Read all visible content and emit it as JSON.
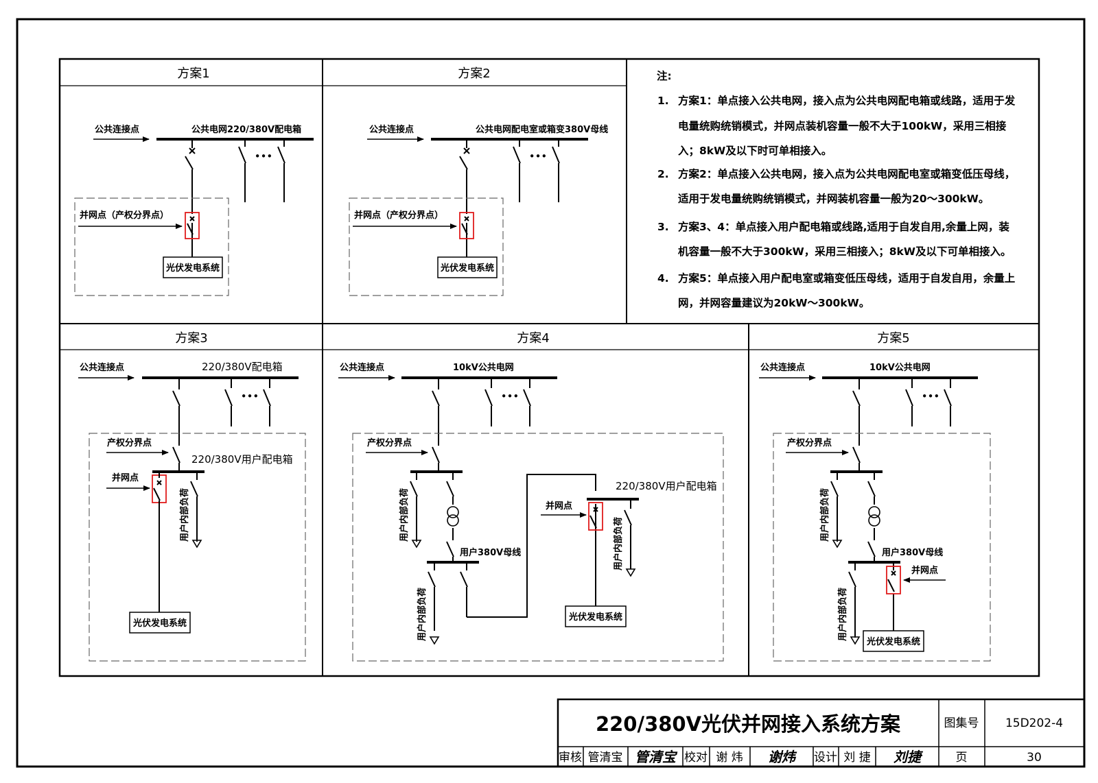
{
  "panels": {
    "p1": {
      "title": "方案1",
      "connect_point": "公共连接点",
      "bus_label": "公共电网220/380V配电箱",
      "grid_point": "并网点（产权分界点）",
      "pv_system": "光伏发电系统",
      "dots": "•••"
    },
    "p2": {
      "title": "方案2",
      "connect_point": "公共连接点",
      "bus_label": "公共电网配电室或箱变380V母线",
      "grid_point": "并网点（产权分界点）",
      "pv_system": "光伏发电系统",
      "dots": "•••"
    },
    "p3": {
      "title": "方案3",
      "connect_point": "公共连接点",
      "bus_label": "220/380V配电箱",
      "property_point": "产权分界点",
      "user_box": "220/380V用户配电箱",
      "grid_point": "并网点",
      "user_load": "用户内部负荷",
      "pv_system": "光伏发电系统",
      "dots": "•••"
    },
    "p4": {
      "title": "方案4",
      "connect_point": "公共连接点",
      "bus_label": "10kV公共电网",
      "property_point": "产权分界点",
      "user_load_1": "用户内部负荷",
      "user_bus": "用户380V母线",
      "user_load_2": "用户内部负荷",
      "user_box": "220/380V用户配电箱",
      "grid_point": "并网点",
      "user_load_3": "用户内部负荷",
      "pv_system": "光伏发电系统",
      "dots": "•••"
    },
    "p5": {
      "title": "方案5",
      "connect_point": "公共连接点",
      "bus_label": "10kV公共电网",
      "property_point": "产权分界点",
      "user_load_1": "用户内部负荷",
      "user_bus": "用户380V母线",
      "grid_point": "并网点",
      "user_load_2": "用户内部负荷",
      "pv_system": "光伏发电系统",
      "dots": "•••"
    }
  },
  "notes": {
    "heading": "注:",
    "items": [
      {
        "num": "1.",
        "lines": [
          "方案1：单点接入公共电网，接入点为公共电网配电箱或线路，适用于发",
          "电量统购统销模式，并网点装机容量一般不大于100kW，采用三相接",
          "入；8kW及以下时可单相接入。"
        ]
      },
      {
        "num": "2.",
        "lines": [
          "方案2：单点接入公共电网，接入点为公共电网配电室或箱变低压母线，",
          "适用于发电量统购统销模式，并网装机容量一般为20～300kW。"
        ]
      },
      {
        "num": "3.",
        "lines": [
          "方案3、4：单点接入用户配电箱或线路,适用于自发自用,余量上网，装",
          "机容量一般不大于300kW，采用三相接入；8kW及以下可单相接入。"
        ]
      },
      {
        "num": "4.",
        "lines": [
          "方案5：单点接入用户配电室或箱变低压母线，适用于自发自用，余量上",
          "网，并网容量建议为20kW～300kW。"
        ]
      }
    ]
  },
  "title_block": {
    "drawing_title": "220/380V光伏并网接入系统方案",
    "atlas_label": "图集号",
    "atlas_number": "15D202-4",
    "review_label": "审核",
    "reviewer": "管清宝",
    "reviewer_signature": "管清宝",
    "check_label": "校对",
    "checker": "谢 炜",
    "checker_signature": "谢炜",
    "design_label": "设计",
    "designer": "刘 捷",
    "designer_signature": "刘捷",
    "page_label": "页",
    "page_number": "30"
  },
  "colors": {
    "line": "#000000",
    "highlight": "#e01b1b",
    "dashed": "#666666"
  }
}
